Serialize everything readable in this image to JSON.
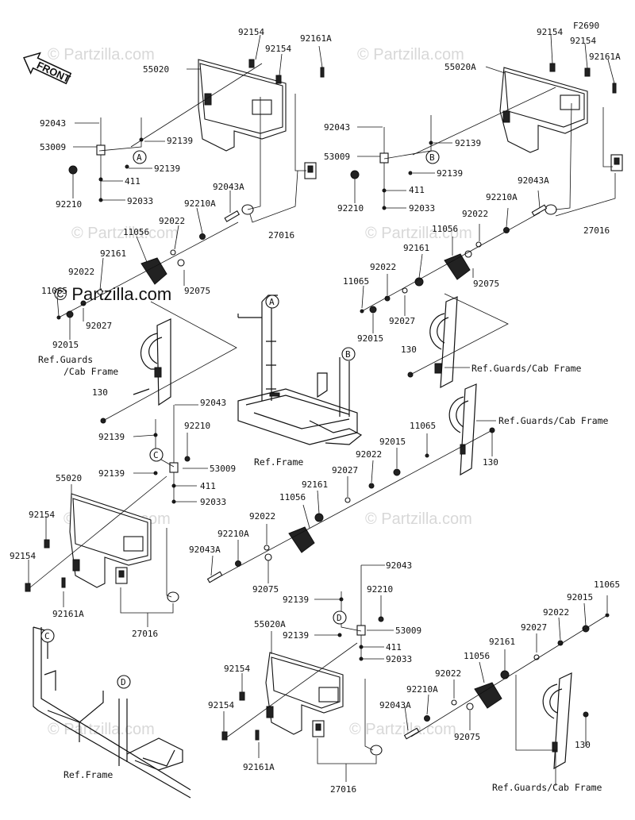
{
  "figure_code": "F2690",
  "front_label": "FRONT",
  "watermark": "© Partzilla.com",
  "watermark_short": "© Partzilla.com",
  "refs": {
    "guards_a": "Ref.Guards",
    "guards_b": "/Cab Frame",
    "guards_full": "Ref.Guards/Cab Frame",
    "frame": "Ref.Frame"
  },
  "circle_refs": [
    "A",
    "B",
    "C",
    "D"
  ],
  "parts": {
    "p92154": "92154",
    "p92161A": "92161A",
    "p55020": "55020",
    "p55020A": "55020A",
    "p92043": "92043",
    "p53009": "53009",
    "p92139": "92139",
    "p92210": "92210",
    "p411": "411",
    "p92033": "92033",
    "p92043A": "92043A",
    "p92210A": "92210A",
    "p92022": "92022",
    "p11056": "11056",
    "p92161": "92161",
    "p92075": "92075",
    "p11065": "11065",
    "p92027": "92027",
    "p92015": "92015",
    "p27016": "27016",
    "p130": "130"
  }
}
